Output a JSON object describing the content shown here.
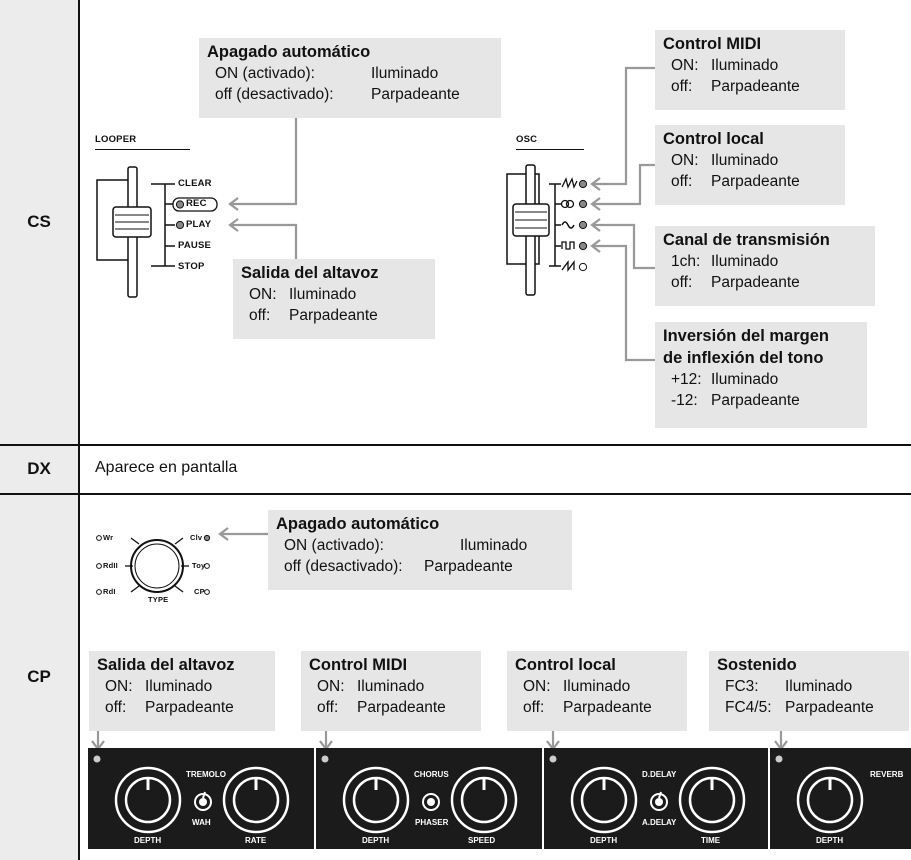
{
  "rows": {
    "cs": "CS",
    "dx": "DX",
    "cp": "CP",
    "dx_text": "Aparece en pantalla"
  },
  "cs_panel": {
    "looper_title": "LOOPER",
    "looper_labels": [
      "CLEAR",
      "REC",
      "PLAY",
      "PAUSE",
      "STOP"
    ],
    "osc_title": "OSC"
  },
  "cp_panel": {
    "type_labels": [
      "Wr",
      "Clv",
      "RdII",
      "Toy",
      "RdI",
      "CP",
      "TYPE"
    ],
    "bar1": {
      "left": "TREMOLO",
      "mid": "WAH",
      "k1": "DEPTH",
      "k2": "RATE"
    },
    "bar2": {
      "left": "CHORUS",
      "mid": "PHASER",
      "k1": "DEPTH",
      "k2": "SPEED"
    },
    "bar3": {
      "left": "D.DELAY",
      "mid": "A.DELAY",
      "k1": "DEPTH",
      "k2": "TIME"
    },
    "bar4": {
      "left": "REVERB",
      "k1": "DEPTH"
    }
  },
  "callouts": {
    "cs_auto_off": {
      "title": "Apagado automático",
      "r1k": "ON (activado):",
      "r1v": "Iluminado",
      "r2k": "off (desactivado):",
      "r2v": "Parpadeante"
    },
    "cs_speaker": {
      "title": "Salida del altavoz",
      "r1k": "ON:",
      "r1v": "Iluminado",
      "r2k": "off:",
      "r2v": "Parpadeante"
    },
    "cs_midi": {
      "title": "Control MIDI",
      "r1k": "ON:",
      "r1v": "Iluminado",
      "r2k": "off:",
      "r2v": "Parpadeante"
    },
    "cs_local": {
      "title": "Control local",
      "r1k": "ON:",
      "r1v": "Iluminado",
      "r2k": "off:",
      "r2v": "Parpadeante"
    },
    "cs_channel": {
      "title": "Canal de transmisión",
      "r1k": "1ch:",
      "r1v": "Iluminado",
      "r2k": "off:",
      "r2v": "Parpadeante"
    },
    "cs_pitch": {
      "title1": "Inversión del margen",
      "title2": "de inflexión del tono",
      "r1k": "+12:",
      "r1v": "Iluminado",
      "r2k": "-12:",
      "r2v": "Parpadeante"
    },
    "cp_auto_off": {
      "title": "Apagado automático",
      "r1k": "ON (activado):",
      "r1v": "Iluminado",
      "r2k": "off (desactivado):",
      "r2v": "Parpadeante"
    },
    "cp_speaker": {
      "title": "Salida del altavoz",
      "r1k": "ON:",
      "r1v": "Iluminado",
      "r2k": "off:",
      "r2v": "Parpadeante"
    },
    "cp_midi": {
      "title": "Control MIDI",
      "r1k": "ON:",
      "r1v": "Iluminado",
      "r2k": "off:",
      "r2v": "Parpadeante"
    },
    "cp_local": {
      "title": "Control local",
      "r1k": "ON:",
      "r1v": "Iluminado",
      "r2k": "off:",
      "r2v": "Parpadeante"
    },
    "cp_sustain": {
      "title": "Sostenido",
      "r1k": "FC3:",
      "r1v": "Iluminado",
      "r2k": "FC4/5:",
      "r2v": "Parpadeante"
    }
  }
}
